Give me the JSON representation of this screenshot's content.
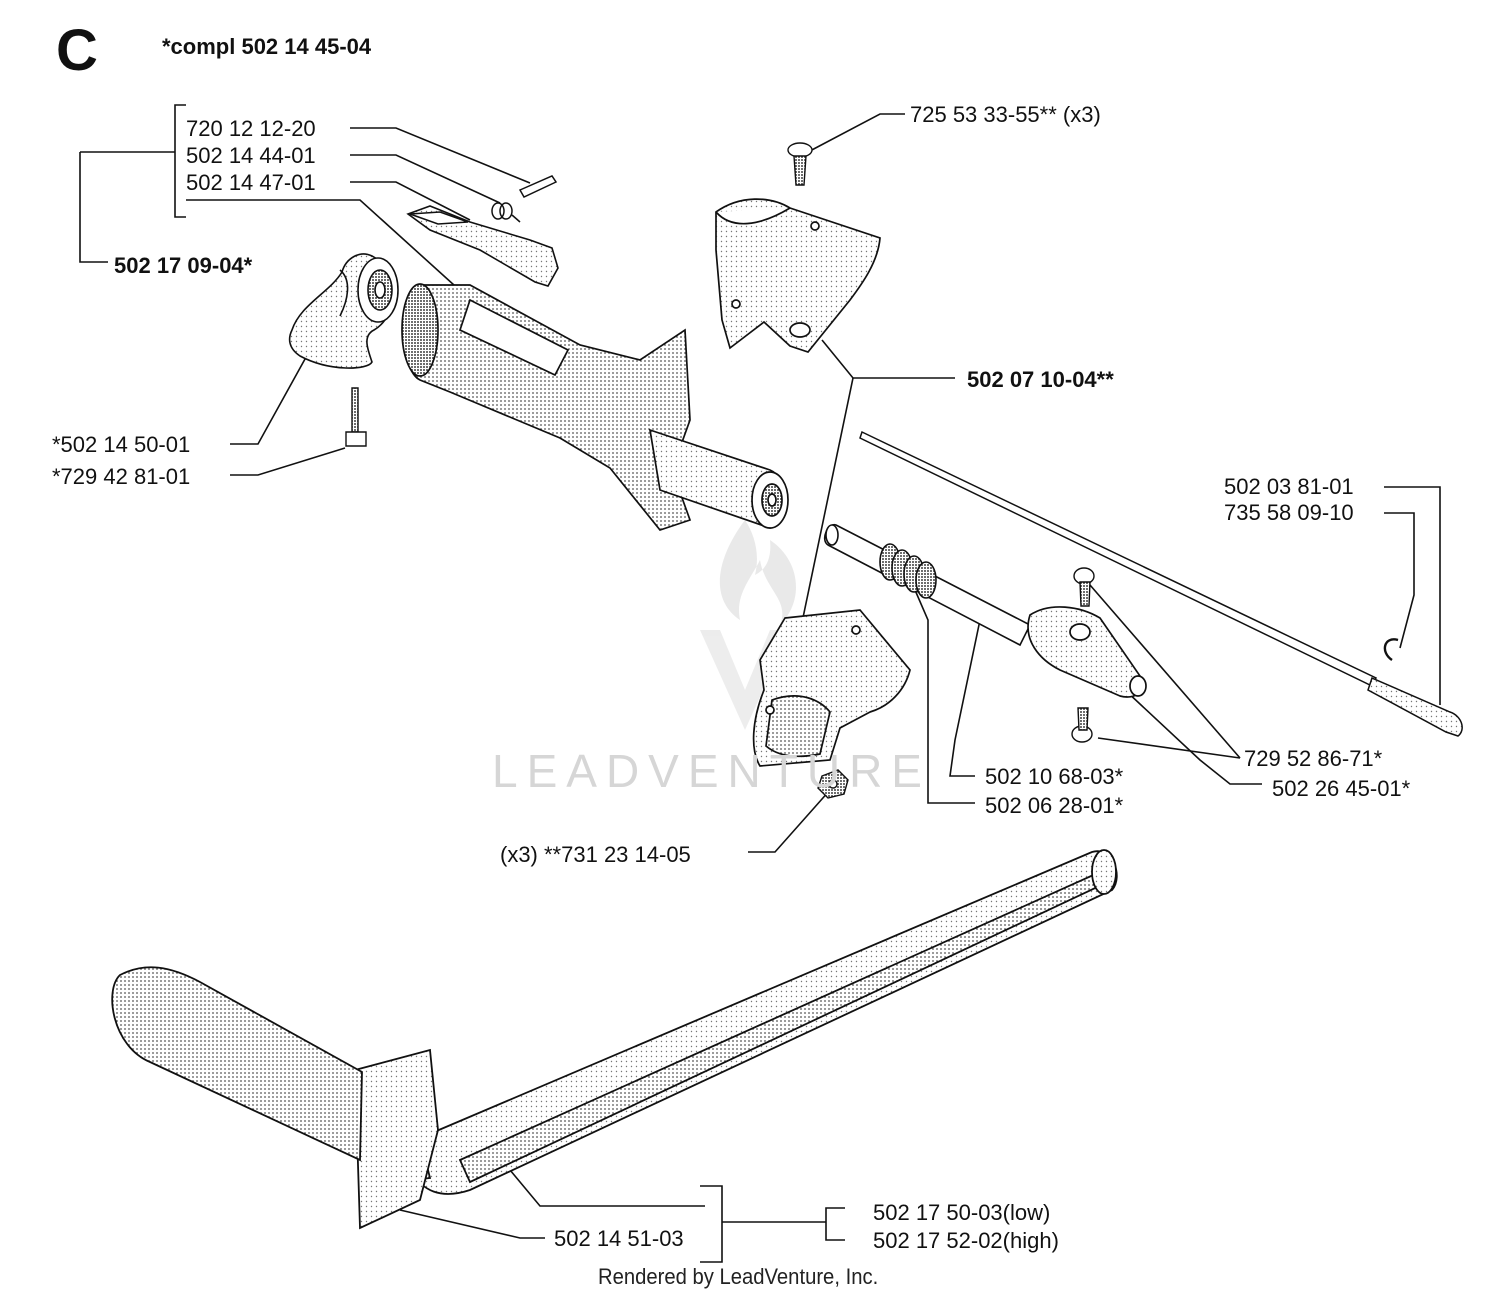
{
  "header": {
    "section_letter": "C",
    "assembly_note": "*compl 502 14 45-04"
  },
  "labels": {
    "p720_12_12_20": "720 12 12-20",
    "p502_14_44_01": "502 14 44-01",
    "p502_14_47_01": "502 14 47-01",
    "p502_17_09_04": "502 17 09-04*",
    "p502_14_50_01": "*502 14 50-01",
    "p729_42_81_01": "*729 42 81-01",
    "p725_53_33_55": "725 53 33-55** (x3)",
    "p502_07_10_04": "502 07 10-04**",
    "p502_03_81_01": "502 03 81-01",
    "p735_58_09_10": "735 58 09-10",
    "p729_52_86_71": "729 52 86-71*",
    "p502_26_45_01": "502 26 45-01*",
    "p502_10_68_03": "502 10 68-03*",
    "p502_06_28_01": "502 06 28-01*",
    "p731_23_14_05": "(x3) **731 23 14-05",
    "p502_14_51_03": "502 14 51-03",
    "p502_17_50_03": "502 17 50-03(low)",
    "p502_17_52_02": "502 17 52-02(high)"
  },
  "watermark": {
    "text": "LEADVENTURE"
  },
  "footer": {
    "credit": "Rendered by LeadVenture, Inc."
  }
}
